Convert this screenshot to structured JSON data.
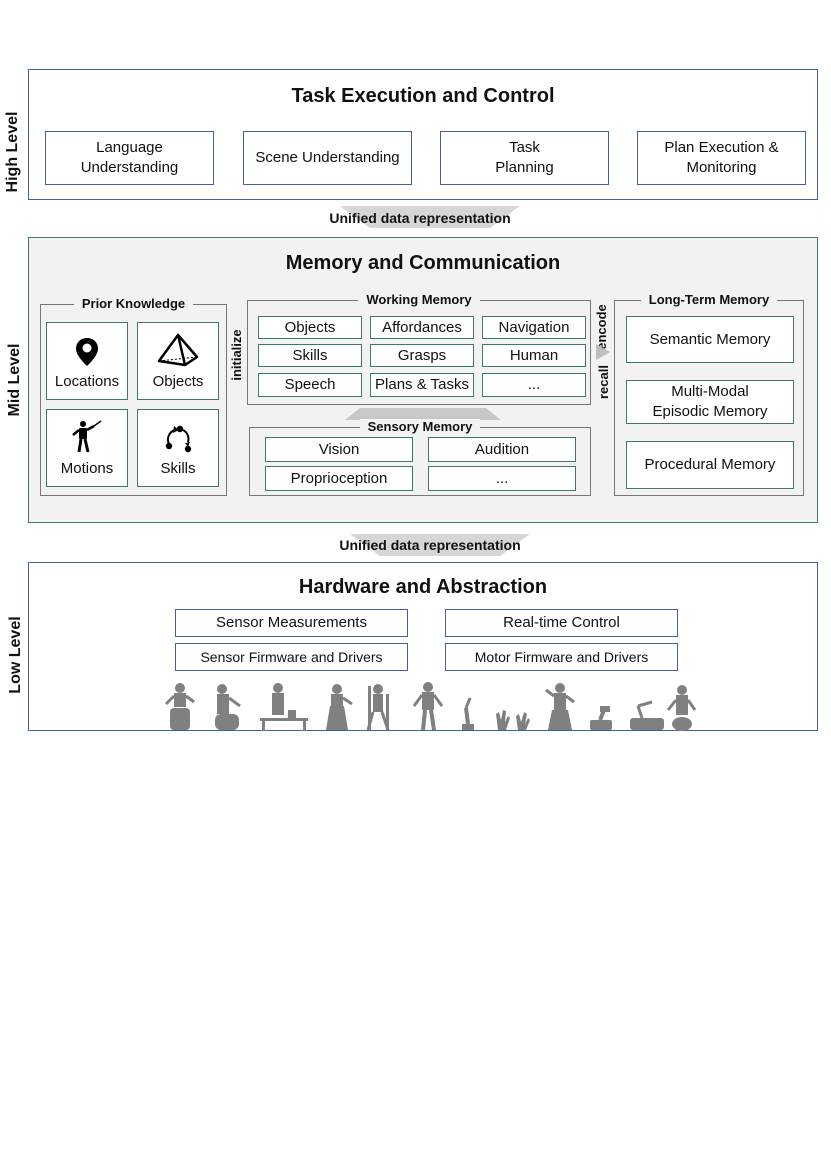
{
  "high": {
    "level_label": "High Level",
    "title": "Task Execution and Control",
    "boxes": [
      "Language\nUnderstanding",
      "Scene Understanding",
      "Task\nPlanning",
      "Plan Execution &\nMonitoring"
    ]
  },
  "unified_label": "Unified data representation",
  "mid": {
    "level_label": "Mid Level",
    "title": "Memory and Communication",
    "prior_knowledge": {
      "title": "Prior Knowledge",
      "items": [
        {
          "label": "Locations",
          "icon": "location-pin-icon"
        },
        {
          "label": "Objects",
          "icon": "pyramid-icon"
        },
        {
          "label": "Motions",
          "icon": "humanoid-figure-icon"
        },
        {
          "label": "Skills",
          "icon": "cycle-arrows-icon"
        }
      ]
    },
    "initialize_label": "initialize",
    "working_memory": {
      "title": "Working Memory",
      "items": [
        "Objects",
        "Affordances",
        "Navigation",
        "Skills",
        "Grasps",
        "Human",
        "Speech",
        "Plans & Tasks",
        "..."
      ]
    },
    "sensory_memory": {
      "title": "Sensory Memory",
      "items": [
        "Vision",
        "Audition",
        "Proprioception",
        "..."
      ]
    },
    "encode_label": "encode",
    "recall_label": "recall",
    "long_term_memory": {
      "title": "Long-Term Memory",
      "items": [
        "Semantic Memory",
        "Multi-Modal\nEpisodic Memory",
        "Procedural Memory"
      ]
    }
  },
  "low": {
    "level_label": "Low Level",
    "title": "Hardware and Abstraction",
    "boxes": [
      "Sensor Measurements",
      "Real-time Control",
      "Sensor Firmware and Drivers",
      "Motor Firmware and Drivers"
    ],
    "robots_icon": "robot-silhouettes-icon"
  },
  "colors": {
    "blue_border": "#3f5fa8",
    "green_border": "#3c7a66",
    "mid_background": "#f2f2f2",
    "robot_gray": "#808080"
  }
}
